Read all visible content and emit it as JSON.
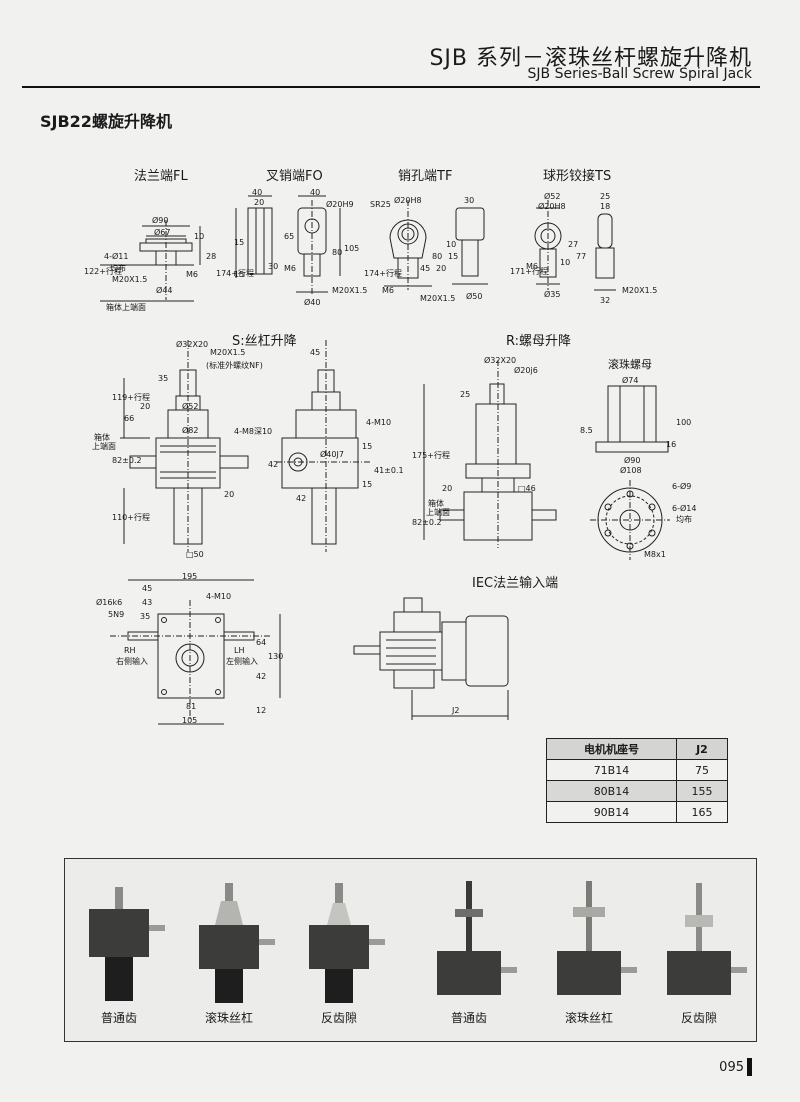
{
  "header": {
    "title_cn": "SJB 系列－滚珠丝杆螺旋升降机",
    "title_en": "SJB Series-Ball Screw Spiral Jack"
  },
  "section_title": "SJB22螺旋升降机",
  "end_types": {
    "fl": "法兰端FL",
    "fo": "叉销端FO",
    "tf": "销孔端TF",
    "ts": "球形铰接TS"
  },
  "subsections": {
    "s": "S:丝杠升降",
    "r": "R:螺母升降",
    "iec": "IEC法兰输入端",
    "nut": "滚珠螺母"
  },
  "dims": {
    "fl": [
      "Ø90",
      "Ø67",
      "4-Ø11",
      "均布",
      "M20X1.5",
      "Ø44",
      "10",
      "28",
      "M6",
      "122+行程",
      "箱体上端面"
    ],
    "fo": [
      "40",
      "20",
      "40",
      "15",
      "65",
      "174+行程",
      "15",
      "30",
      "M6",
      "Ø20H9",
      "80",
      "105",
      "Ø40",
      "M20X1.5"
    ],
    "tf": [
      "30",
      "Ø20H8",
      "SR25",
      "174+行程",
      "M6",
      "45",
      "80",
      "15",
      "20",
      "10",
      "M20X1.5",
      "Ø50"
    ],
    "ts": [
      "Ø52",
      "Ø20H8",
      "25",
      "18",
      "171+行程",
      "M6",
      "27",
      "77",
      "10",
      "Ø35",
      "32",
      "M20X1.5"
    ],
    "s": [
      "Ø32X20",
      "M20X1.5",
      "(标准外螺纹NF)",
      "35",
      "119+行程",
      "20",
      "66",
      "Ø52",
      "Ø82",
      "箱体",
      "上端面",
      "82±0.2",
      "20",
      "110+行程",
      "□50",
      "45",
      "4-M8深10",
      "4-M10",
      "Ø40J7",
      "15",
      "42",
      "42",
      "41±0.1",
      "15"
    ],
    "r": [
      "Ø32X20",
      "Ø20j6",
      "25",
      "175+行程",
      "20",
      "箱体",
      "上端面",
      "82±0.2",
      "□46"
    ],
    "nut": [
      "Ø74",
      "8.5",
      "100",
      "16",
      "Ø90",
      "Ø108",
      "6-Ø9",
      "6-Ø14",
      "均布",
      "M8x1"
    ],
    "bottom": [
      "195",
      "45",
      "43",
      "35",
      "4-M10",
      "Ø16k6",
      "5N9",
      "RH",
      "右侧输入",
      "LH",
      "左侧输入",
      "64",
      "130",
      "42",
      "12",
      "81",
      "105"
    ],
    "iec": [
      "J2"
    ]
  },
  "motor_table": {
    "headers": [
      "电机机座号",
      "J2"
    ],
    "rows": [
      [
        "71B14",
        "75"
      ],
      [
        "80B14",
        "155"
      ],
      [
        "90B14",
        "165"
      ]
    ]
  },
  "photos": [
    "普通齿",
    "滚珠丝杠",
    "反齿隙",
    "普通齿",
    "滚珠丝杠",
    "反齿隙"
  ],
  "page_number": "095"
}
